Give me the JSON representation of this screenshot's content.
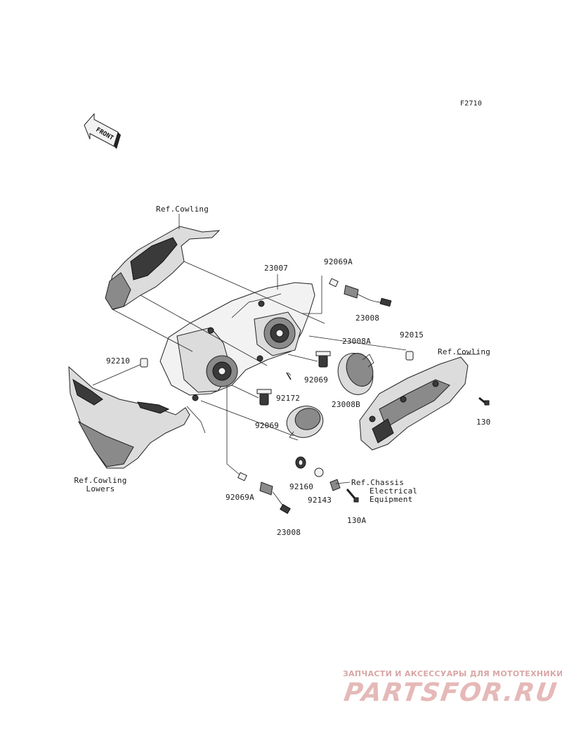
{
  "diagram_code": "F2710",
  "front_arrow_text": "FRONT",
  "labels": {
    "ref_cowling_top": "Ref.Cowling",
    "p23007": "23007",
    "p92069A_top": "92069A",
    "p23008_top": "23008",
    "p23008A": "23008A",
    "p92015": "92015",
    "ref_cowling_right": "Ref.Cowling",
    "p92210": "92210",
    "p92172": "92172",
    "p92069_a": "92069",
    "p92069_b": "92069",
    "p23008B": "23008B",
    "p130": "130",
    "ref_cowling_lowers_1": "Ref.Cowling",
    "ref_cowling_lowers_2": "Lowers",
    "p92160": "92160",
    "ref_chassis_1": "Ref.Chassis",
    "ref_chassis_2": "Electrical",
    "ref_chassis_3": "Equipment",
    "p92069A_bottom": "92069A",
    "p92143": "92143",
    "p130A": "130A",
    "p23008_bottom": "23008"
  },
  "watermark": {
    "tagline": "ЗАПЧАСТИ И АКСЕССУАРЫ ДЛЯ МОТОТЕХНИКИ",
    "logo": "PARTSFOR.RU",
    "color": "#e6b9b9"
  }
}
